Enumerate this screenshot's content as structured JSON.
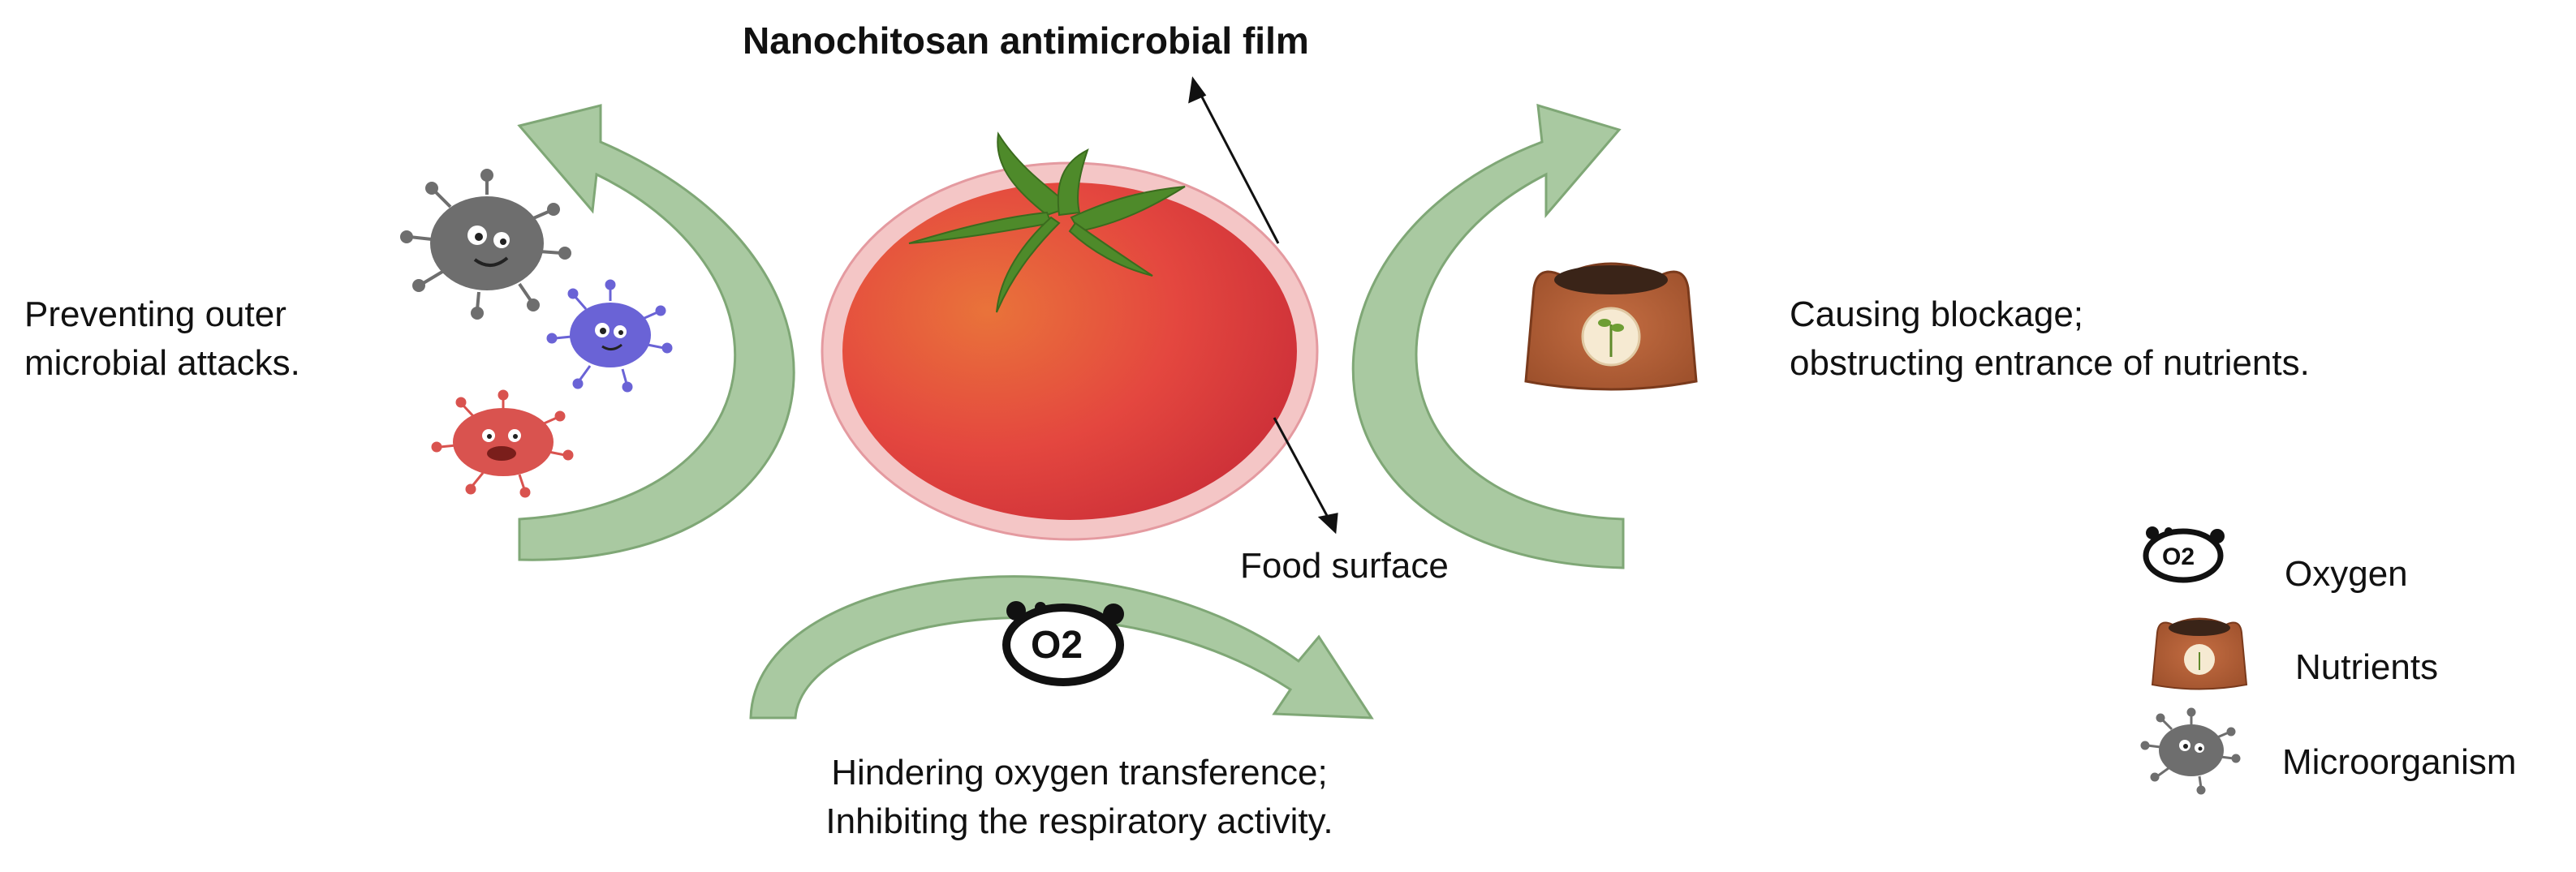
{
  "title": "Nanochitosan antimicrobial film",
  "food_surface_label": "Food surface",
  "mechanisms": {
    "left": {
      "line1": "Preventing outer",
      "line2": "microbial attacks."
    },
    "right": {
      "line1": "Causing blockage;",
      "line2": "obstructing entrance of nutrients."
    },
    "bottom": {
      "line1": "Hindering oxygen transference;",
      "line2": "Inhibiting the respiratory activity."
    }
  },
  "legend": {
    "oxygen": "Oxygen",
    "nutrients": "Nutrients",
    "microorganism": "Microorganism"
  },
  "oxygen_symbol": "O2",
  "colors": {
    "arrow_fill": "#a9c9a1",
    "arrow_stroke": "#7fa776",
    "film": "#f4c6c6",
    "tomato": "#e0433d",
    "stem": "#4e8a2a",
    "sack": "#b5643a",
    "microbe_gray": "#6e6e6e",
    "microbe_blue": "#6a63d6",
    "microbe_red": "#d9534f"
  }
}
